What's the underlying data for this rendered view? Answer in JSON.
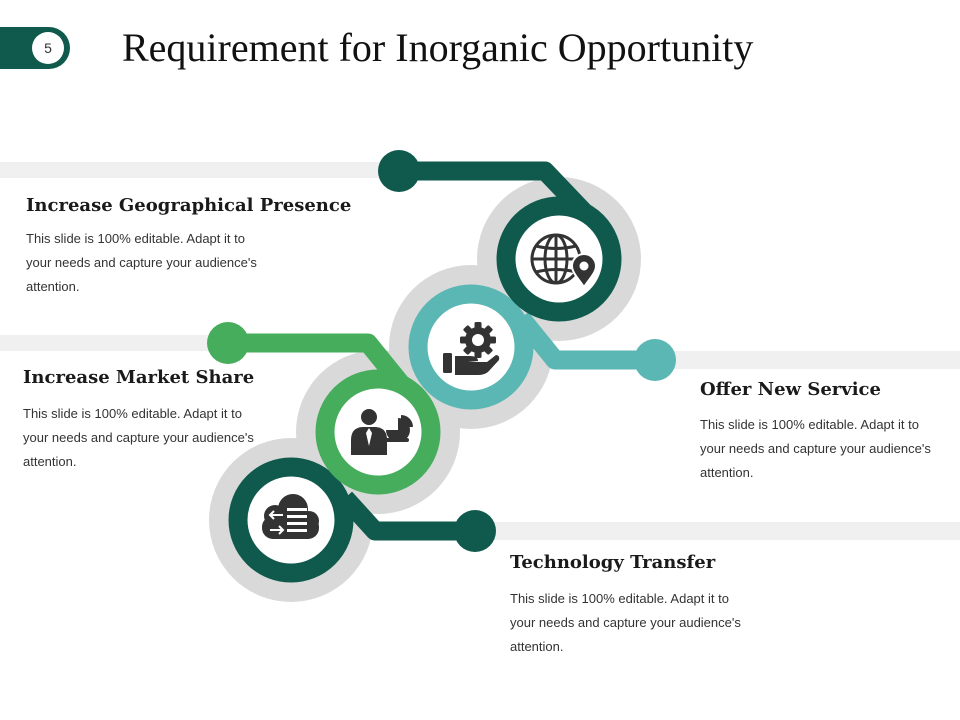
{
  "slide": {
    "page_number": "5",
    "title": "Requirement for Inorganic Opportunity"
  },
  "colors": {
    "dark_green": "#0f5a4c",
    "teal": "#5ab7b4",
    "green": "#46ad5d",
    "halo_grey": "#d9d9d9",
    "band_grey": "#f0f0f0",
    "icon_dark": "#333333"
  },
  "items": [
    {
      "heading": "Increase Geographical Presence",
      "description": "This slide is 100% editable. Adapt it to your needs and capture your audience's attention.",
      "icon": "globe-location-icon",
      "color": "#0f5a4c"
    },
    {
      "heading": "Offer New Service",
      "description": "This slide is 100% editable. Adapt it to your needs and capture your audience's attention.",
      "icon": "hand-gear-icon",
      "color": "#5ab7b4"
    },
    {
      "heading": "Increase Market Share",
      "description": "This slide is 100% editable. Adapt it to your needs and capture your audience's attention.",
      "icon": "businessman-chart-icon",
      "color": "#46ad5d"
    },
    {
      "heading": "Technology Transfer",
      "description": "This slide is 100% editable. Adapt it to your needs and capture your audience's attention.",
      "icon": "cloud-transfer-icon",
      "color": "#0f5a4c"
    }
  ]
}
